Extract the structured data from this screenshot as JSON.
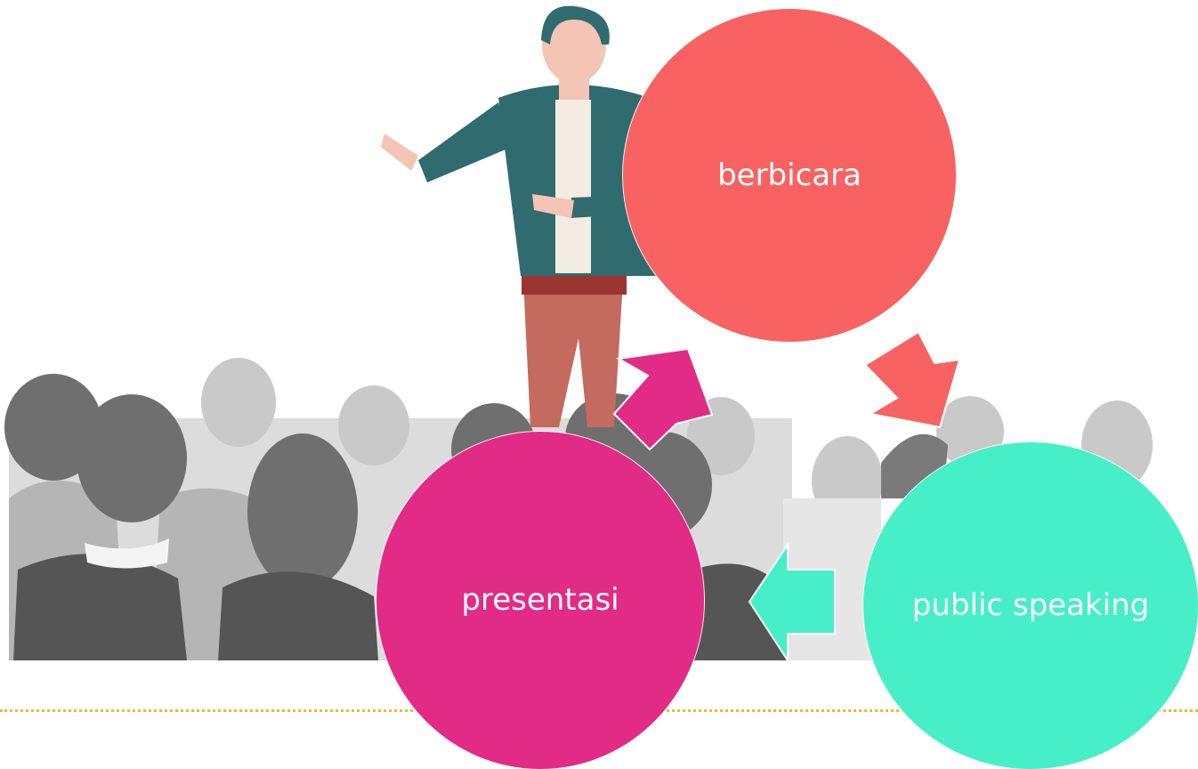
{
  "diagram": {
    "nodes": [
      {
        "id": "berbicara",
        "label": "berbicara",
        "color": "#f86262"
      },
      {
        "id": "public_speaking",
        "label": "public speaking",
        "color": "#46efc7"
      },
      {
        "id": "presentasi",
        "label": "presentasi",
        "color": "#e22a87"
      }
    ],
    "edges": [
      {
        "from": "berbicara",
        "to": "public_speaking",
        "color": "#f86262"
      },
      {
        "from": "public_speaking",
        "to": "presentasi",
        "color": "#46efc7"
      },
      {
        "from": "presentasi",
        "to": "berbicara",
        "color": "#e22a87"
      }
    ],
    "divider_color": "#e8b93c"
  }
}
